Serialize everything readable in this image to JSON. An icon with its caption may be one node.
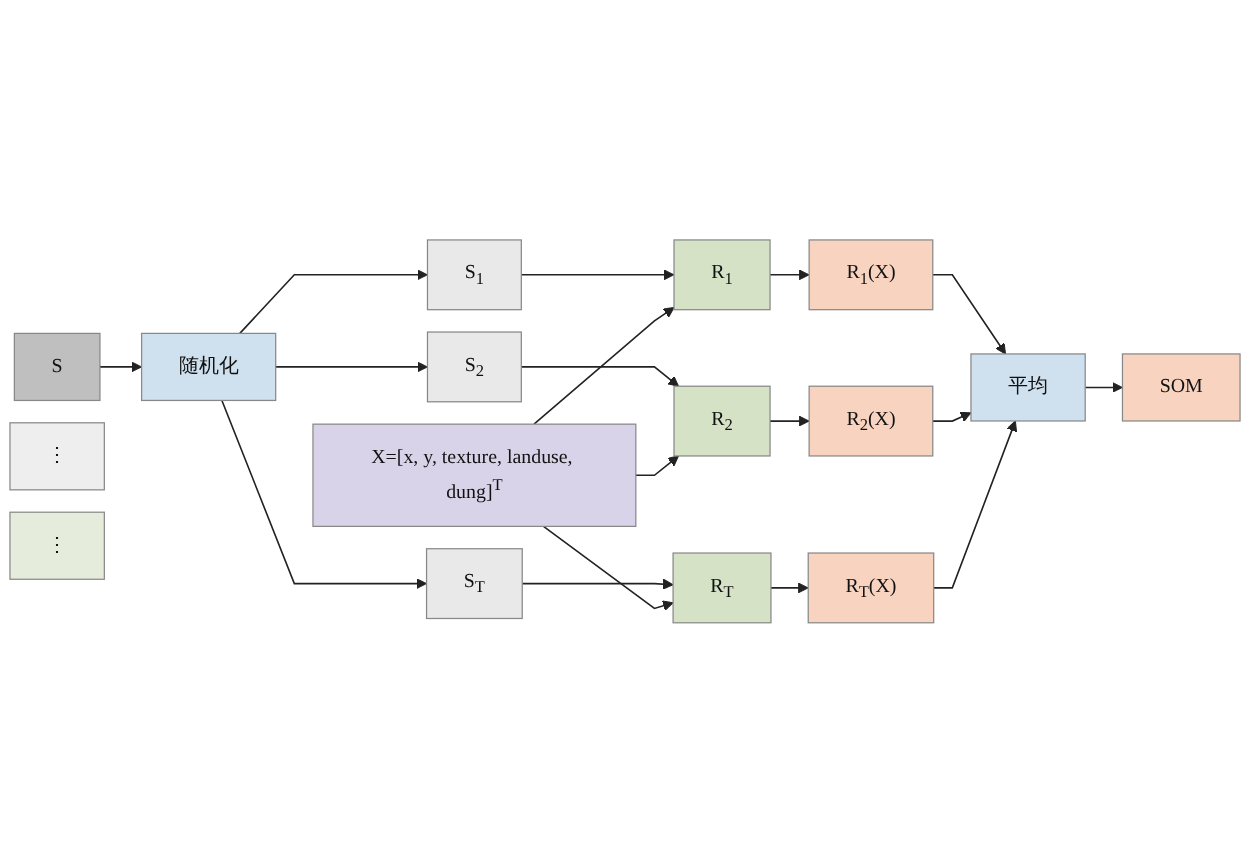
{
  "diagram": {
    "nodes": [
      {
        "text": [
          "X=[x, y, texture, landuse, dung]$^{T}$"
        ]
      },
      {
        "text": [
          "S"
        ]
      },
      {
        "text": [
          "随机化"
        ]
      },
      {
        "text": [
          "S$_{1}$"
        ]
      },
      {
        "text": [
          "R$_{1}$"
        ]
      },
      {
        "text": [
          "R$_{1}$(X)"
        ]
      },
      {
        "text": [
          "S$_{2}$"
        ]
      },
      {
        "text": [
          "R$_{2}$"
        ]
      },
      {
        "text": [
          "R$_{2}$(X)"
        ]
      },
      {
        "text": [
          "⋮"
        ]
      },
      {
        "text": [
          "⋮"
        ]
      },
      {
        "text": [
          "S$_{T}$"
        ]
      },
      {
        "text": [
          "R$_{T}$"
        ]
      },
      {
        "text": [
          "R$_{T}$(X)"
        ]
      },
      {
        "text": [
          "平均"
        ]
      },
      {
        "text": [
          "SOM"
        ]
      }
    ],
    "edges": [
      {
        "from": 1,
        "to": 2,
        "arrow": "to"
      },
      {
        "from": 2,
        "to": 3,
        "arrow": "to"
      },
      {
        "from": 2,
        "to": 6,
        "arrow": "to"
      },
      {
        "from": 2,
        "to": 11,
        "arrow": "to"
      },
      {
        "from": 3,
        "to": 4,
        "arrow": "to"
      },
      {
        "from": 6,
        "to": 7,
        "arrow": "to"
      },
      {
        "from": 11,
        "to": 12,
        "arrow": "to"
      },
      {
        "from": 0,
        "to": 4,
        "arrow": "to"
      },
      {
        "from": 0,
        "to": 7,
        "arrow": "to"
      },
      {
        "from": 0,
        "to": 12,
        "arrow": "to"
      },
      {
        "from": 4,
        "to": 5,
        "arrow": "to"
      },
      {
        "from": 7,
        "to": 8,
        "arrow": "to"
      },
      {
        "from": 12,
        "to": 13,
        "arrow": "to"
      },
      {
        "from": 5,
        "to": 14,
        "arrow": "to"
      },
      {
        "from": 8,
        "to": 14,
        "arrow": "to"
      },
      {
        "from": 13,
        "to": 14,
        "arrow": "to"
      },
      {
        "from": 14,
        "to": 15,
        "arrow": "to"
      }
    ]
  }
}
